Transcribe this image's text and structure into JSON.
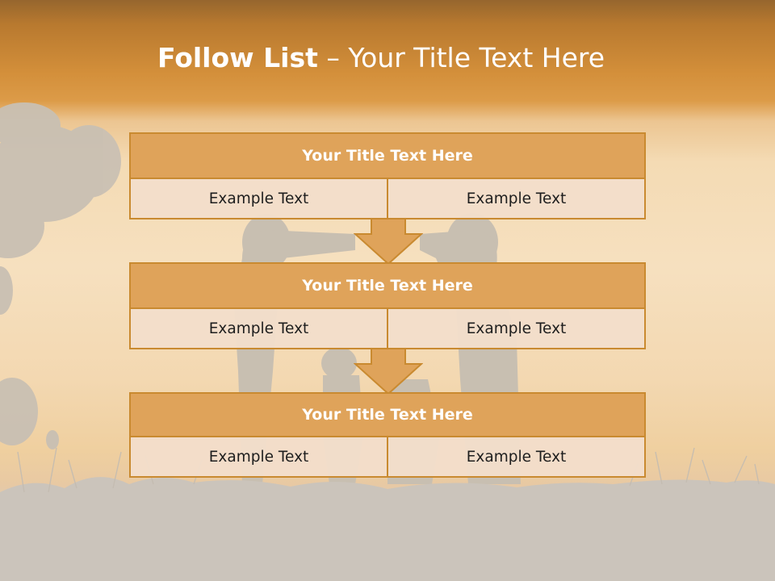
{
  "slide": {
    "title_bold": "Follow List",
    "title_rest": " – Your Title Text Here"
  },
  "steps": [
    {
      "title": "Your Title Text Here",
      "left": "Example Text",
      "right": "Example Text"
    },
    {
      "title": "Your Title Text Here",
      "left": "Example Text",
      "right": "Example Text"
    },
    {
      "title": "Your Title Text Here",
      "left": "Example Text",
      "right": "Example Text"
    }
  ],
  "colors": {
    "header_fill": "#dfa35a",
    "border": "#c98a30",
    "cell_fill": "#f2decb",
    "arrow_fill": "#dfa35a"
  },
  "icons": [
    "down-arrow-icon"
  ]
}
